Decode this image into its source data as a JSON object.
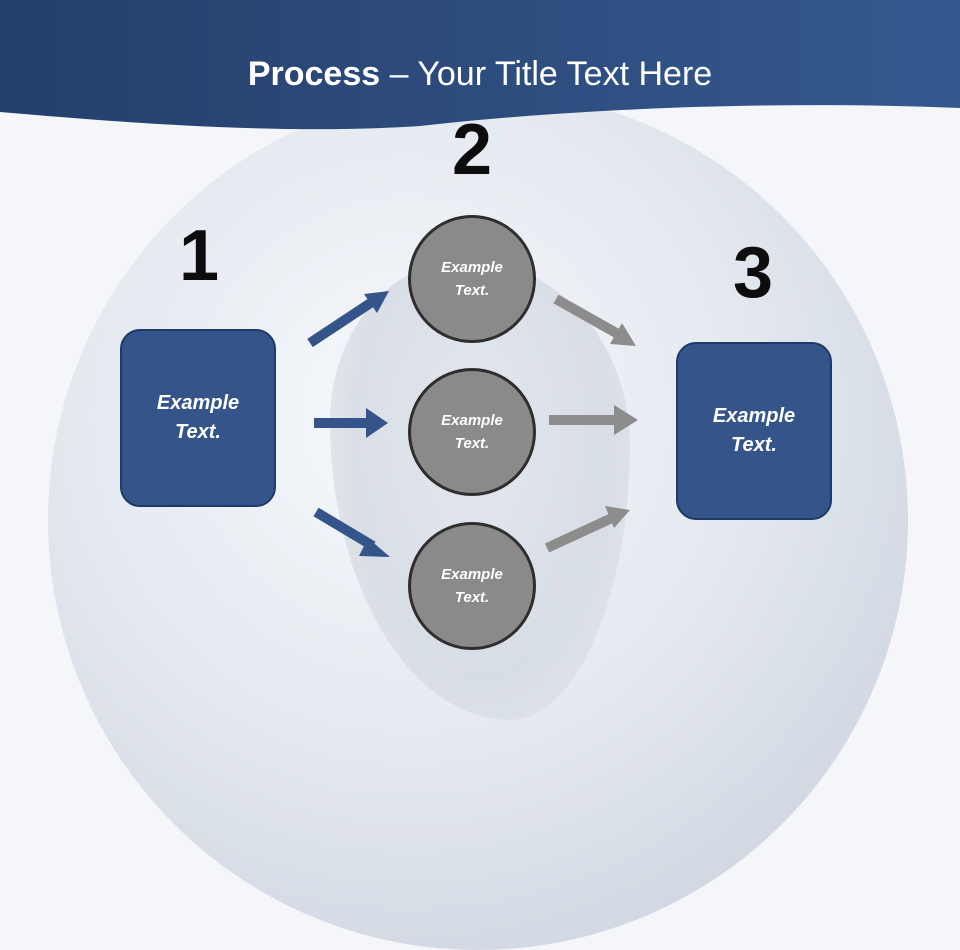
{
  "title": {
    "bold": "Process",
    "rest": " – Your Title Text Here"
  },
  "steps": {
    "one": "1",
    "two": "2",
    "three": "3"
  },
  "left_box": {
    "text": "Example\nText."
  },
  "right_box": {
    "text": "Example\nText."
  },
  "circles": [
    {
      "text": "Example\nText."
    },
    {
      "text": "Example\nText."
    },
    {
      "text": "Example\nText."
    }
  ],
  "colors": {
    "header": "#2b4a7e",
    "box_fill": "#34548a",
    "blue_arrow": "#34548a",
    "gray_arrow": "#8c8c8c",
    "circle_fill": "#8a8a8a"
  }
}
